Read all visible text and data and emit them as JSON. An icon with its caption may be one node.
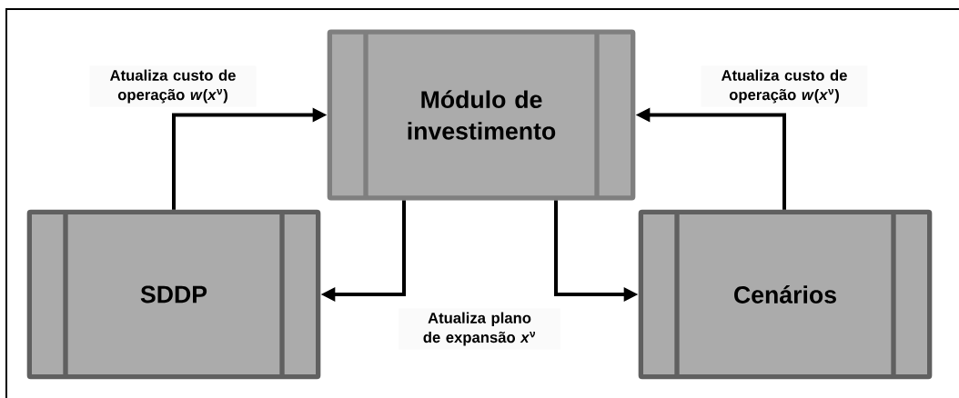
{
  "diagram": {
    "nodes": [
      {
        "text": [
          "Módulo de investimento"
        ]
      },
      {
        "text": [
          "SDDP"
        ]
      },
      {
        "text": [
          "Cenários"
        ]
      }
    ],
    "edges": [
      {
        "from": 1,
        "to": 0,
        "arrow": "to",
        "label": "Atualiza custo de operação *w*(*x*$^{ν}$)"
      },
      {
        "from": 2,
        "to": 0,
        "arrow": "to",
        "label": "Atualiza custo de operação *w*(*x*$^{ν}$)"
      },
      {
        "from": 0,
        "to": 1,
        "arrow": "to",
        "label": "Atualiza plano de expansão *x*$^{ν}$"
      },
      {
        "from": 0,
        "to": 2,
        "arrow": "to"
      }
    ]
  }
}
